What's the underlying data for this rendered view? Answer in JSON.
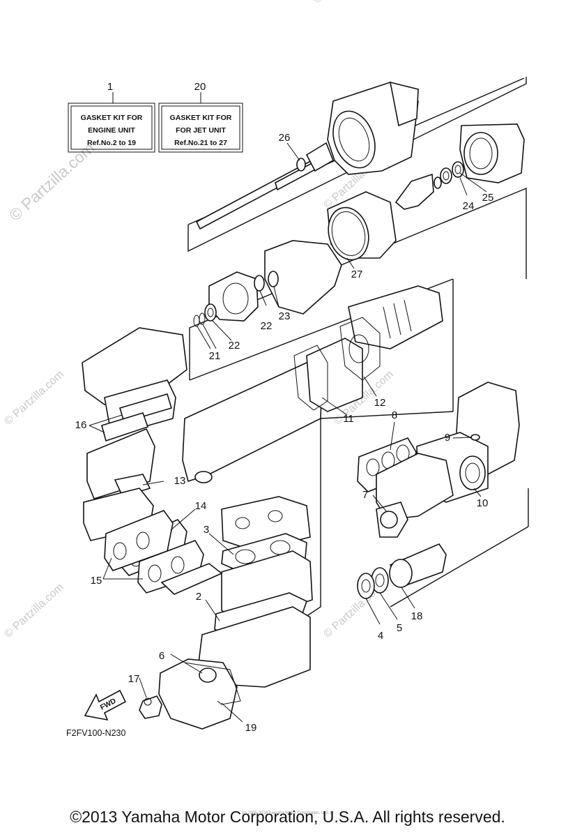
{
  "watermark": "© Partzilla.com",
  "kits": [
    {
      "ref": "1",
      "lines": [
        "GASKET  KIT FOR",
        "ENGINE UNIT",
        "Ref.No.2 to 19"
      ]
    },
    {
      "ref": "20",
      "lines": [
        "GASKET  KIT FOR",
        "FOR JET UNIT",
        "Ref.No.21 to 27"
      ]
    }
  ],
  "callouts": [
    "2",
    "3",
    "4",
    "5",
    "6",
    "7",
    "8",
    "9",
    "10",
    "11",
    "12",
    "13",
    "14",
    "15",
    "16",
    "17",
    "18",
    "19",
    "21",
    "22",
    "22",
    "23",
    "24",
    "25",
    "26",
    "27"
  ],
  "fwd_label": "FWD",
  "diagram_code": "F2FV100-N230",
  "copyright": "©2013 Yamaha Motor Corporation, U.S.A. All rights reserved.",
  "copyright_small": "(c) 2005-2016 Yamaha Motor Corporation, U.S.A."
}
